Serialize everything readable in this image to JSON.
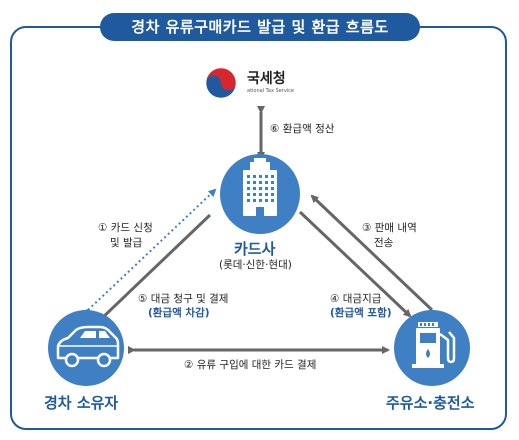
{
  "title": "경차 유류구매카드 발급 및 환급 흐름도",
  "nts": {
    "name": "국세청",
    "sub": "ational Tax Service"
  },
  "card_company": {
    "name": "카드사",
    "sub": "(롯데·신한·현대)"
  },
  "owner": {
    "name": "경차 소유자"
  },
  "station": {
    "name": "주유소·충전소"
  },
  "flows": {
    "f6": "⑥ 환급액 정산",
    "f1_line1": "① 카드 신청",
    "f1_line2": "및 발급",
    "f3_line1": "③ 판매 내역",
    "f3_line2": "전송",
    "f5_line1": "⑤ 대금 청구 및 결제",
    "f5_line2": "(환급액 차감)",
    "f4_line1": "④ 대금지급",
    "f4_line2": "(환급액 포함)",
    "f2": "② 유류 구입에 대한 카드 결제"
  },
  "colors": {
    "brand": "#1f5a9e",
    "icon_fill": "#3f7fc4",
    "arrow": "#666666"
  }
}
